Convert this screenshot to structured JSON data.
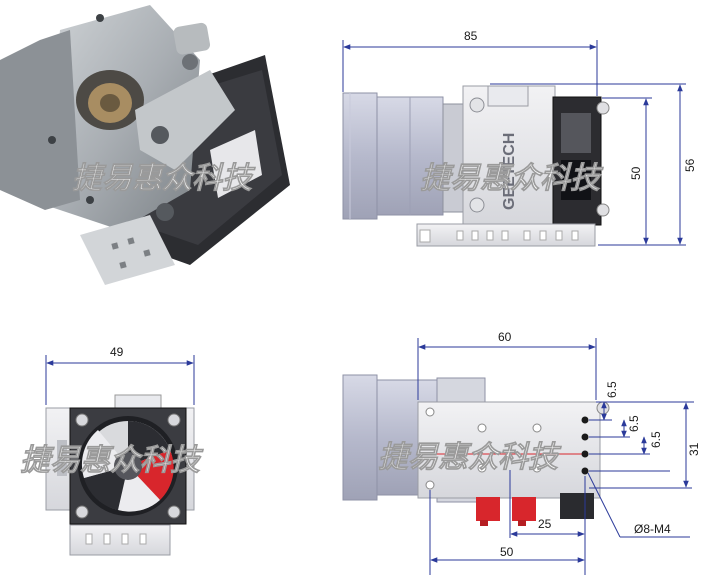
{
  "watermark": "捷易惠众科技",
  "brand_on_part": "GEETECH",
  "side_view": {
    "length": "85",
    "height": "56",
    "inner_height": "50"
  },
  "fan_view": {
    "width": "49"
  },
  "bottom_view": {
    "total_length": "60",
    "base_length": "50",
    "hole_spacing": "25",
    "offset_1": "6.5",
    "offset_2": "6.5",
    "offset_3": "6.5",
    "height": "31",
    "hole_spec": "Ø8-M4"
  },
  "colors": {
    "dimension_line": "#2b3a9a",
    "fan_accent": "#d8262c",
    "hole_marker": "#1a1a1a"
  }
}
